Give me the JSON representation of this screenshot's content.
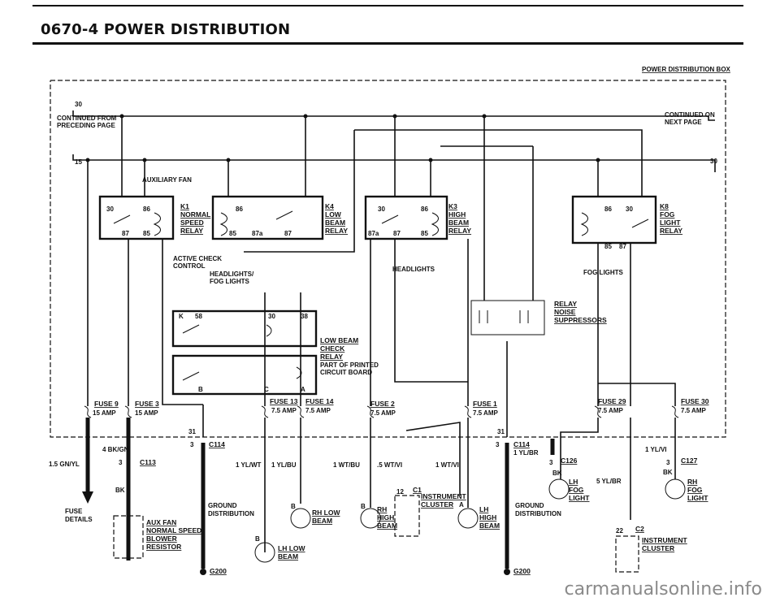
{
  "header": {
    "title": "0670-4 POWER DISTRIBUTION"
  },
  "box_label": "POWER DISTRIBUTION BOX",
  "terminals": {
    "t30_left": "30",
    "t15_left": "15",
    "t30_right": "30",
    "continued_from": "CONTINUED FROM",
    "preceding_page": "PRECEDING PAGE",
    "continued_on": "CONTINUED ON",
    "next_page": "NEXT PAGE"
  },
  "relays": {
    "k1": {
      "id": "K1",
      "l1": "NORMAL",
      "l2": "SPEED",
      "l3": "RELAY",
      "p1": "30",
      "p2": "86",
      "p3": "87",
      "p4": "85"
    },
    "k4": {
      "id": "K4",
      "l1": "LOW",
      "l2": "BEAM",
      "l3": "RELAY",
      "p1": "86",
      "p2": "85",
      "p3": "87a",
      "p4": "87"
    },
    "k3": {
      "id": "K3",
      "l1": "HIGH",
      "l2": "BEAM",
      "l3": "RELAY",
      "p1": "30",
      "p2": "86",
      "p3": "87a",
      "p4": "87",
      "p5": "85"
    },
    "k8": {
      "id": "K8",
      "l1": "FOG",
      "l2": "LIGHT",
      "l3": "RELAY",
      "p1": "86",
      "p2": "30",
      "p3": "85",
      "p4": "87"
    }
  },
  "labels": {
    "aux_fan": "AUXILIARY FAN",
    "active_check_1": "ACTIVE CHECK",
    "active_check_2": "CONTROL",
    "hl_fog_1": "HEADLIGHTS/",
    "hl_fog_2": "FOG LIGHTS",
    "headlights": "HEADLIGHTS",
    "fog_lights": "FOG LIGHTS",
    "relay_noise_1": "RELAY",
    "relay_noise_2": "NOISE",
    "relay_noise_3": "SUPPRESSORS",
    "lbc_1": "LOW BEAM",
    "lbc_2": "CHECK",
    "lbc_3": "RELAY",
    "lbc_4": "PART OF PRINTED",
    "lbc_5": "CIRCUIT BOARD",
    "lbc_k": "K",
    "lbc_58": "58",
    "lbc_30": "30",
    "lbc_38": "38",
    "lbc_b": "B",
    "lbc_c": "C",
    "lbc_a": "A"
  },
  "fuses": {
    "f9": {
      "name": "FUSE 9",
      "amp": "15 AMP"
    },
    "f3": {
      "name": "FUSE 3",
      "amp": "15 AMP"
    },
    "f13": {
      "name": "FUSE 13",
      "amp": "7.5 AMP"
    },
    "f14": {
      "name": "FUSE 14",
      "amp": "7.5 AMP"
    },
    "f2": {
      "name": "FUSE 2",
      "amp": "7.5 AMP"
    },
    "f1": {
      "name": "FUSE 1",
      "amp": "7.5 AMP"
    },
    "f29": {
      "name": "FUSE 29",
      "amp": "7.5 AMP"
    },
    "f30": {
      "name": "FUSE 30",
      "amp": "7.5 AMP"
    }
  },
  "wires": {
    "w_gnyl": "1.5 GN/YL",
    "w_bkgn": "4 BK/GN",
    "w_bk1": "BK",
    "w_ylwt": "1 YL/WT",
    "w_ylbu": "1 YL/BU",
    "w_wtbu": "1 WT/BU",
    "w_wtvi5": ".5 WT/VI",
    "w_wtvi1": "1 WT/VI",
    "w_ylbr": "1 YL/BR",
    "w_bk2": "BK",
    "w_ylbr5": "5 YL/BR",
    "w_ylvi": "1 YL/VI",
    "w_bk3": "BK"
  },
  "connectors": {
    "c113": "C113",
    "c114a": "C114",
    "c114b": "C114",
    "c126": "C126",
    "c127": "C127",
    "c1": "C1",
    "c2": "C2",
    "g200a": "G200",
    "g200b": "G200",
    "pin3a": "3",
    "pin3b": "3",
    "pin3c": "3",
    "pin3d": "3",
    "pin3e": "3",
    "pin31a": "31",
    "pin31b": "31",
    "pin12": "12",
    "pin22": "22",
    "pinB1": "B",
    "pinB2": "B",
    "pinB3": "B",
    "pinA": "A"
  },
  "components": {
    "fuse_details_1": "FUSE",
    "fuse_details_2": "DETAILS",
    "aux_blk_1": "AUX FAN",
    "aux_blk_2": "NORMAL SPEED",
    "aux_blk_3": "BLOWER",
    "aux_blk_4": "RESISTOR",
    "ground_dist_1": "GROUND",
    "ground_dist_2": "DISTRIBUTION",
    "ground_dist_3": "GROUND",
    "ground_dist_4": "DISTRIBUTION",
    "rh_low_1": "RH LOW",
    "rh_low_2": "BEAM",
    "lh_low_1": "LH LOW",
    "lh_low_2": "BEAM",
    "rh_high_1": "RH",
    "rh_high_2": "HIGH",
    "rh_high_3": "BEAM",
    "lh_high_1": "LH",
    "lh_high_2": "HIGH",
    "lh_high_3": "BEAM",
    "inst_cluster_1": "INSTRUMENT",
    "inst_cluster_2": "CLUSTER",
    "lh_fog_1": "LH",
    "lh_fog_2": "FOG",
    "lh_fog_3": "LIGHT",
    "rh_fog_1": "RH",
    "rh_fog_2": "FOG",
    "rh_fog_3": "LIGHT",
    "inst_cluster_3": "INSTRUMENT",
    "inst_cluster_4": "CLUSTER"
  },
  "watermark": "carmanualsonline.info"
}
